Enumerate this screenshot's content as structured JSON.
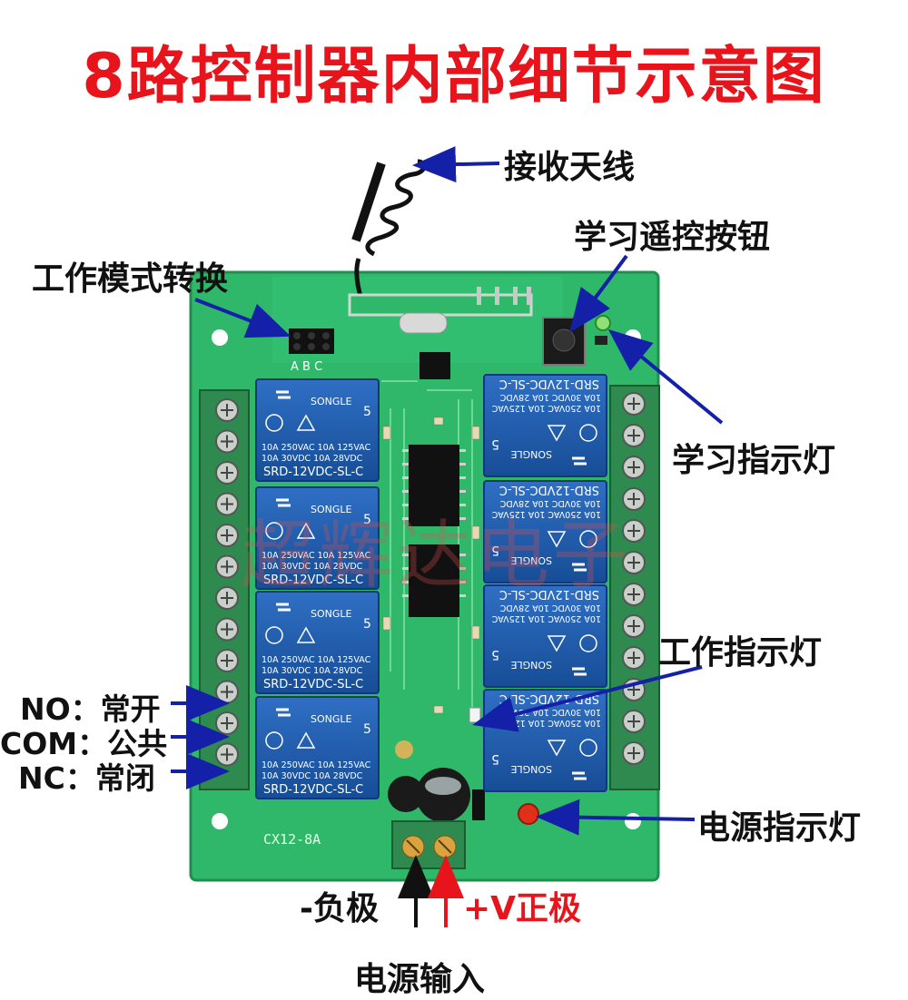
{
  "title": "8路控制器内部细节示意图",
  "labels": {
    "antenna": "接收天线",
    "learn_button": "学习遥控按钮",
    "mode_switch": "工作模式转换",
    "learn_led": "学习指示灯",
    "work_led": "工作指示灯",
    "power_led": "电源指示灯",
    "no": "NO：常开",
    "com": "COM：公共",
    "nc": "NC：常闭",
    "negative": "-负极",
    "positive": "+V正极",
    "power_input": "电源输入"
  },
  "relay": {
    "brand": "SONGLE",
    "line1": "10A 250VAC  10A 125VAC",
    "line2": "10A  30VDC  10A  28VDC",
    "model": "SRD-12VDC-SL-C",
    "number": "5"
  },
  "jumper_letters": "A B C",
  "board_model": "CX12-8A",
  "watermark": "超辉达电子",
  "colors": {
    "title": "#e8141c",
    "board": "#2fb86a",
    "relay": "#1f5aa8",
    "terminal": "#2e8a4e",
    "arrow": "#1420a8",
    "arrow_red": "#e8141c"
  }
}
